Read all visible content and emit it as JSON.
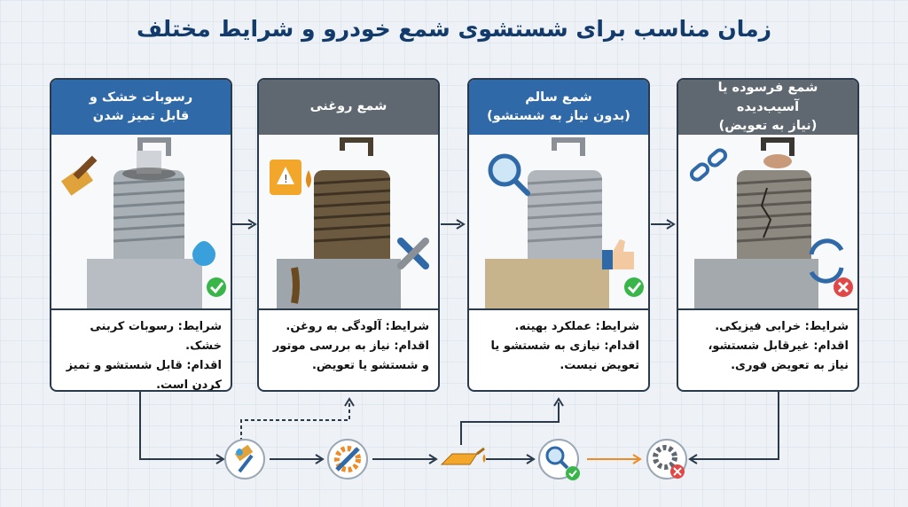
{
  "title": "زمان مناسب برای شستشوی شمع خودرو و شرایط مختلف",
  "colors": {
    "blue_header": "#2f69a7",
    "gray_header": "#5f6770",
    "green_check": "#39b54a",
    "red_x": "#e04848",
    "orange_flow": "#f08a24",
    "title_text": "#123a6b"
  },
  "cards": [
    {
      "header": "رسوبات خشک و\nقابل تمیز شدن",
      "header_color": "#2f69a7",
      "condition": "شرایط: رسوبات کربنی خشک.",
      "action": "اقدام: قابل شستشو و تمیز کردن است.",
      "icons": [
        "brush-icon",
        "water-drop-check-icon"
      ],
      "plug_state": "dry-carbon"
    },
    {
      "header": "شمع روغنی",
      "header_color": "#5f6770",
      "condition": "شرایط: آلودگی به روغن.",
      "action": "اقدام: نیاز به بررسی موتور و شستشو یا تعویض.",
      "icons": [
        "oil-can-warning-icon",
        "wrench-icon"
      ],
      "plug_state": "oily"
    },
    {
      "header": "شمع سالم\n(بدون نیاز به شستشو)",
      "header_color": "#2f69a7",
      "condition": "شرایط: عملکرد بهینه.",
      "action": "اقدام: نیازی به شستشو یا تعویض نیست.",
      "icons": [
        "magnifier-icon",
        "thumbs-up-check-icon"
      ],
      "plug_state": "healthy"
    },
    {
      "header": "شمع فرسوده یا آسیب‌دیده\n(نیاز به تعویض)",
      "header_color": "#5f6770",
      "condition": "شرایط: خرابی فیزیکی.",
      "action": "اقدام: غیرقابل شستشو، نیاز به تعویض فوری.",
      "icons": [
        "broken-chain-icon",
        "replace-x-icon"
      ],
      "plug_state": "damaged"
    }
  ],
  "flow_icons": [
    "brush-flow-icon",
    "wrench-gear-flow-icon",
    "oil-can-flow-icon",
    "magnifier-check-flow-icon",
    "gear-x-flow-icon"
  ]
}
